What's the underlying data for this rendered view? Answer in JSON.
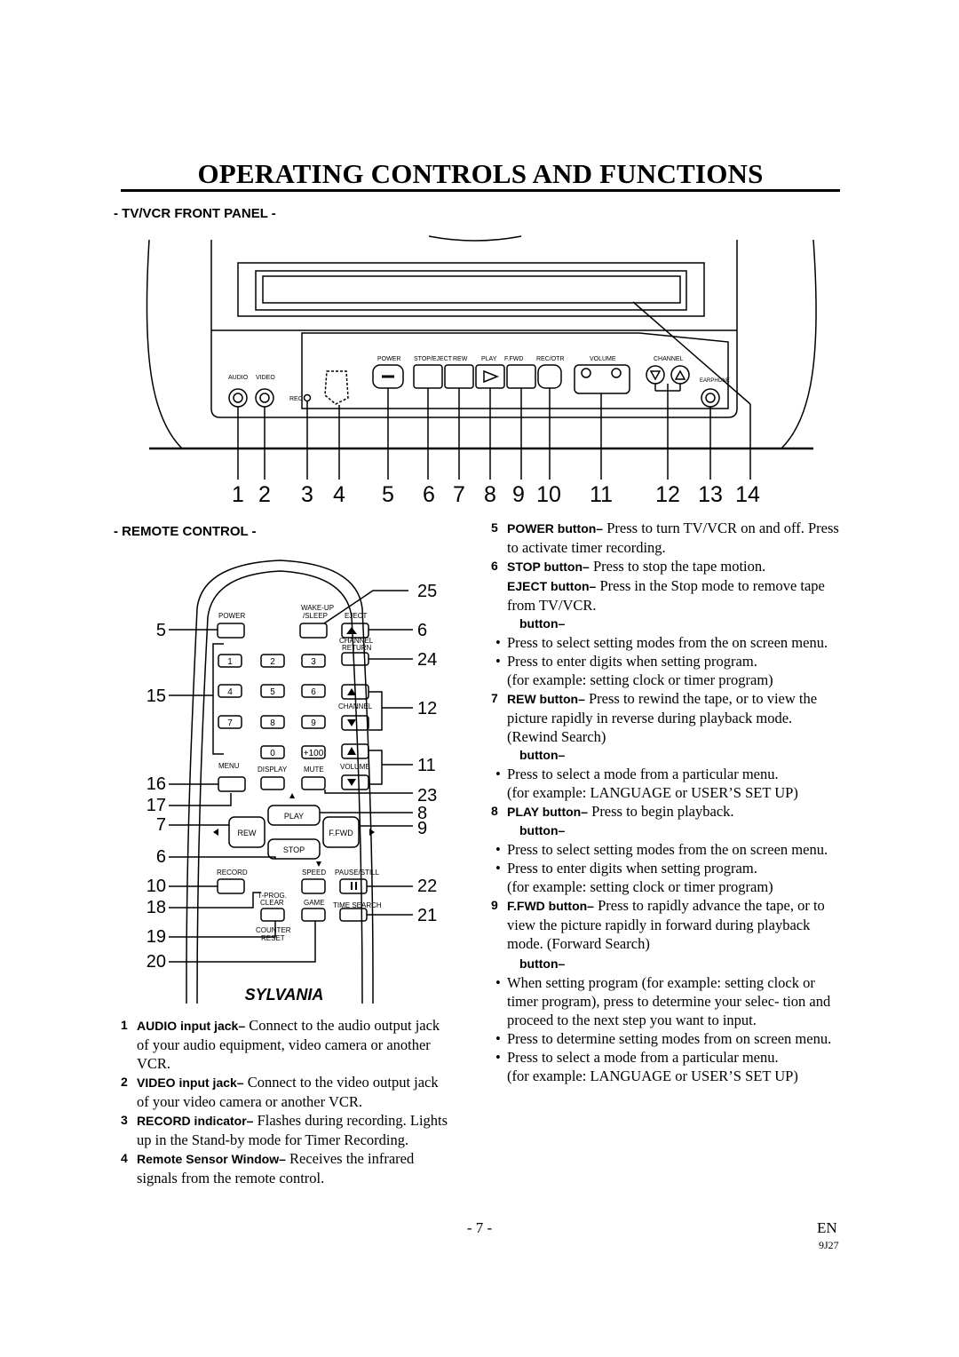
{
  "title": "OPERATING CONTROLS AND FUNCTIONS",
  "front_panel": {
    "heading": "- TV/VCR FRONT PANEL -",
    "labels": {
      "audio": "AUDIO",
      "video": "VIDEO",
      "rec": "REC",
      "power": "POWER",
      "stop_eject": "STOP/EJECT",
      "rew": "REW",
      "play": "PLAY",
      "ffwd": "F.FWD",
      "rec_otr": "REC/OTR",
      "volume": "VOLUME",
      "channel": "CHANNEL",
      "earphone": "EARPHONE"
    },
    "callouts": [
      "1",
      "2",
      "3",
      "4",
      "5",
      "6",
      "7",
      "8",
      "9",
      "10",
      "11",
      "12",
      "13",
      "14"
    ]
  },
  "remote": {
    "heading": "- REMOTE CONTROL -",
    "labels": {
      "power": "POWER",
      "wakeup": "WAKE-UP",
      "sleep": "/SLEEP",
      "eject": "EJECT",
      "channel_return_1": "CHANNEL",
      "channel_return_2": "RETURN",
      "d1": "1",
      "d2": "2",
      "d3": "3",
      "d4": "4",
      "d5": "5",
      "d6": "6",
      "d7": "7",
      "d8": "8",
      "d9": "9",
      "d0": "0",
      "plus100": "+100",
      "channel": "CHANNEL",
      "menu": "MENU",
      "display": "DISPLAY",
      "mute": "MUTE",
      "volume": "VOLUME",
      "play": "PLAY",
      "rew": "REW",
      "ffwd": "F.FWD",
      "stop": "STOP",
      "record": "RECORD",
      "speed": "SPEED",
      "pause_still": "PAUSE/STILL",
      "tprog": "T-PROG.",
      "clear": "CLEAR",
      "game": "GAME",
      "time_search": "TIME SEARCH",
      "counter": "COUNTER",
      "reset": "RESET",
      "brand": "SYLVANIA"
    },
    "callouts_left": [
      "5",
      "15",
      "16",
      "17",
      "7",
      "6",
      "10",
      "18",
      "19",
      "20"
    ],
    "callouts_right": [
      "25",
      "6",
      "24",
      "12",
      "11",
      "23",
      "8",
      "9",
      "22",
      "21"
    ]
  },
  "left_items": [
    {
      "num": "1",
      "term": "AUDIO input jack–",
      "text": "Connect to the audio output jack of your audio equipment, video camera or another VCR."
    },
    {
      "num": "2",
      "term": "VIDEO input jack–",
      "text": "Connect to the video output jack of your video camera or another VCR."
    },
    {
      "num": "3",
      "term": "RECORD indicator–",
      "text": "Flashes during recording. Lights up in the Stand-by mode for Timer Recording."
    },
    {
      "num": "4",
      "term": "Remote Sensor Window–",
      "text": "Receives the infrared signals from the remote control."
    }
  ],
  "right": {
    "i5_num": "5",
    "i5_term": "POWER button–",
    "i5_text": "Press to turn TV/VCR on and off. Press to activate timer recording.",
    "i6_num": "6",
    "i6_term": "STOP button–",
    "i6_text": "Press to stop the tape motion.",
    "i6b_term": "EJECT button–",
    "i6b_text": "Press in the Stop mode to remove tape from TV/VCR.",
    "sub_a": "button–",
    "a1": "Press to select setting modes from the on screen menu.",
    "a2": "Press to enter digits when setting program.",
    "a2b": "(for example: setting clock or timer program)",
    "i7_num": "7",
    "i7_term": "REW button–",
    "i7_text": "Press to rewind the tape, or to view the picture rapidly in reverse during playback mode. (Rewind Search)",
    "sub_b": "button–",
    "b1": "Press to select a mode from a particular menu.",
    "b1b": "(for example: LANGUAGE or USER’S SET UP)",
    "i8_num": "8",
    "i8_term": "PLAY button–",
    "i8_text": "Press to begin playback.",
    "sub_c": "button–",
    "c1": "Press to select setting modes from the on screen menu.",
    "c2": "Press to enter digits when setting program.",
    "c2b": "(for example: setting clock or timer program)",
    "i9_num": "9",
    "i9_term": "F.FWD button–",
    "i9_text": "Press to rapidly advance the tape, or to view the picture rapidly in forward during playback mode. (Forward Search)",
    "sub_d": "button–",
    "d1": "When setting program (for example: setting clock or timer program), press to determine your selec- tion and proceed to the next step you want to input.",
    "d2": "Press to determine setting modes from on screen menu.",
    "d3": "Press to select a mode from a particular menu.",
    "d3b": "(for example: LANGUAGE or USER’S SET UP)"
  },
  "footer": {
    "page": "- 7 -",
    "lang": "EN",
    "code": "9J27"
  }
}
